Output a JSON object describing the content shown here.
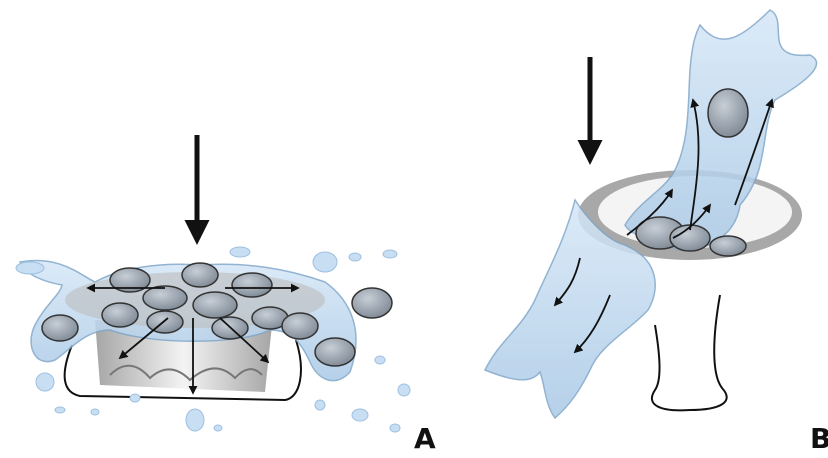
{
  "panels": [
    {
      "id": "A",
      "label": "A"
    },
    {
      "id": "B",
      "label": "B"
    }
  ],
  "colors": {
    "liquid": "#b9d5ee",
    "liquid_edge": "#7fa6c9",
    "droplet": "#c8def2",
    "particle": "#9aa4ae",
    "cup": "#cfcfcf",
    "cup_dark": "#8f8f8f",
    "arrow": "#111111"
  }
}
